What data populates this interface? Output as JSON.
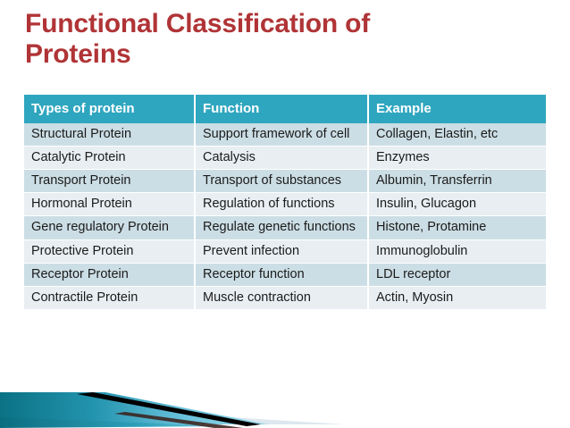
{
  "slide": {
    "title": "Functional Classification of\nProteins",
    "title_color": "#b03436",
    "background_color": "#ffffff"
  },
  "table": {
    "header_background": "#2fa6bf",
    "header_text_color": "#ffffff",
    "row_odd_background": "#ccdee5",
    "row_even_background": "#e8eef2",
    "columns": [
      "Types of protein",
      "Function",
      "Example"
    ],
    "rows": [
      {
        "type": "Structural Protein",
        "function": "Support framework of cell",
        "example": "Collagen, Elastin, etc"
      },
      {
        "type": "Catalytic Protein",
        "function": "Catalysis",
        "example": "Enzymes"
      },
      {
        "type": "Transport Protein",
        "function": "Transport of substances",
        "example": "Albumin, Transferrin"
      },
      {
        "type": "Hormonal Protein",
        "function": "Regulation of functions",
        "example": "Insulin, Glucagon"
      },
      {
        "type": "Gene regulatory Protein",
        "function": "Regulate genetic functions",
        "example": "Histone, Protamine"
      },
      {
        "type": "Protective Protein",
        "function": "Prevent infection",
        "example": "Immunoglobulin"
      },
      {
        "type": "Receptor Protein",
        "function": "Receptor function",
        "example": "LDL receptor"
      },
      {
        "type": "Contractile Protein",
        "function": "Muscle contraction",
        "example": "Actin, Myosin"
      }
    ]
  },
  "decoration": {
    "teal_dark": "#0e7e95",
    "teal_light": "#8fd2e8",
    "black_stripe": "#000000",
    "pale_wedge": "#dce8ee"
  }
}
